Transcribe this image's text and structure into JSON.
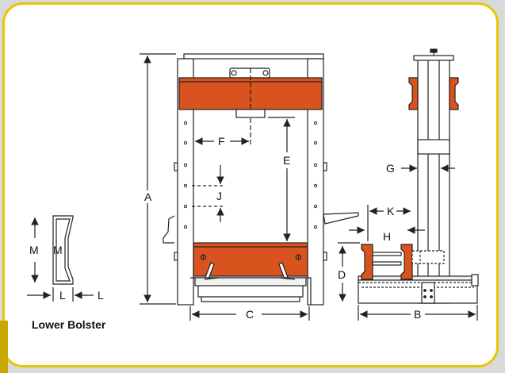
{
  "labels": {
    "A": "A",
    "B": "B",
    "C": "C",
    "D": "D",
    "E": "E",
    "F": "F",
    "G": "G",
    "H": "H",
    "J": "J",
    "K": "K",
    "M1": "M",
    "M2": "M",
    "L1": "L",
    "L2": "L"
  },
  "caption": "Lower Bolster",
  "colors": {
    "frame_border": "#e6c600",
    "bolster_fill": "#d9531e",
    "line": "#222222",
    "light_fill": "#f2f2f2"
  }
}
